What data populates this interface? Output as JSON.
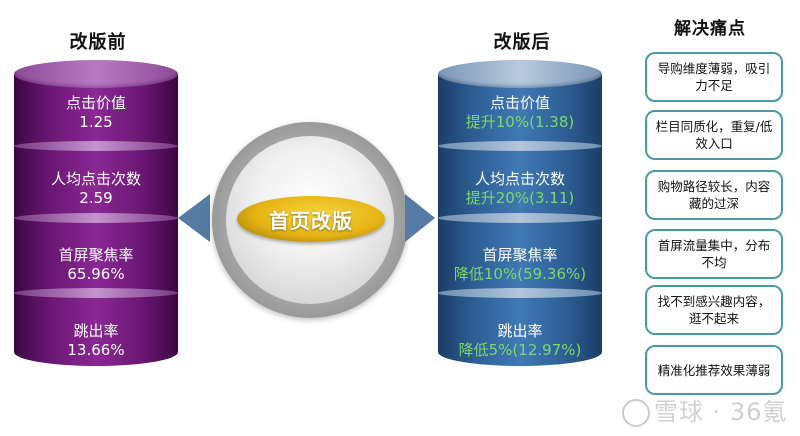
{
  "before": {
    "title": "改版前",
    "color": "#6a1774",
    "segments": [
      {
        "label": "点击价值",
        "value": "1.25"
      },
      {
        "label": "人均点击次数",
        "value": "2.59"
      },
      {
        "label": "首屏聚焦率",
        "value": "65.96%"
      },
      {
        "label": "跳出率",
        "value": "13.66%"
      }
    ]
  },
  "center": {
    "label": "首页改版",
    "arrow_left": "arrow-left",
    "arrow_right": "arrow-right"
  },
  "after": {
    "title": "改版后",
    "color": "#2d5e94",
    "value_color": "#7fd86a",
    "segments": [
      {
        "label": "点击价值",
        "value": "提升10%(1.38)"
      },
      {
        "label": "人均点击次数",
        "value": "提升20%(3.11)"
      },
      {
        "label": "首屏聚焦率",
        "value": "降低10%(59.36%)"
      },
      {
        "label": "跳出率",
        "value": "降低5%(12.97%)"
      }
    ]
  },
  "pain_points": {
    "title": "解决痛点",
    "border_color": "#4a9aa6",
    "items": [
      "导购维度薄弱，吸引力不足",
      "栏目同质化，重复/低效入口",
      "购物路径较长，内容藏的过深",
      "首屏流量集中，分布不均",
      "找不到感兴趣内容，逛不起来",
      "精准化推荐效果薄弱"
    ]
  },
  "watermark": "雪球 · 36氪"
}
